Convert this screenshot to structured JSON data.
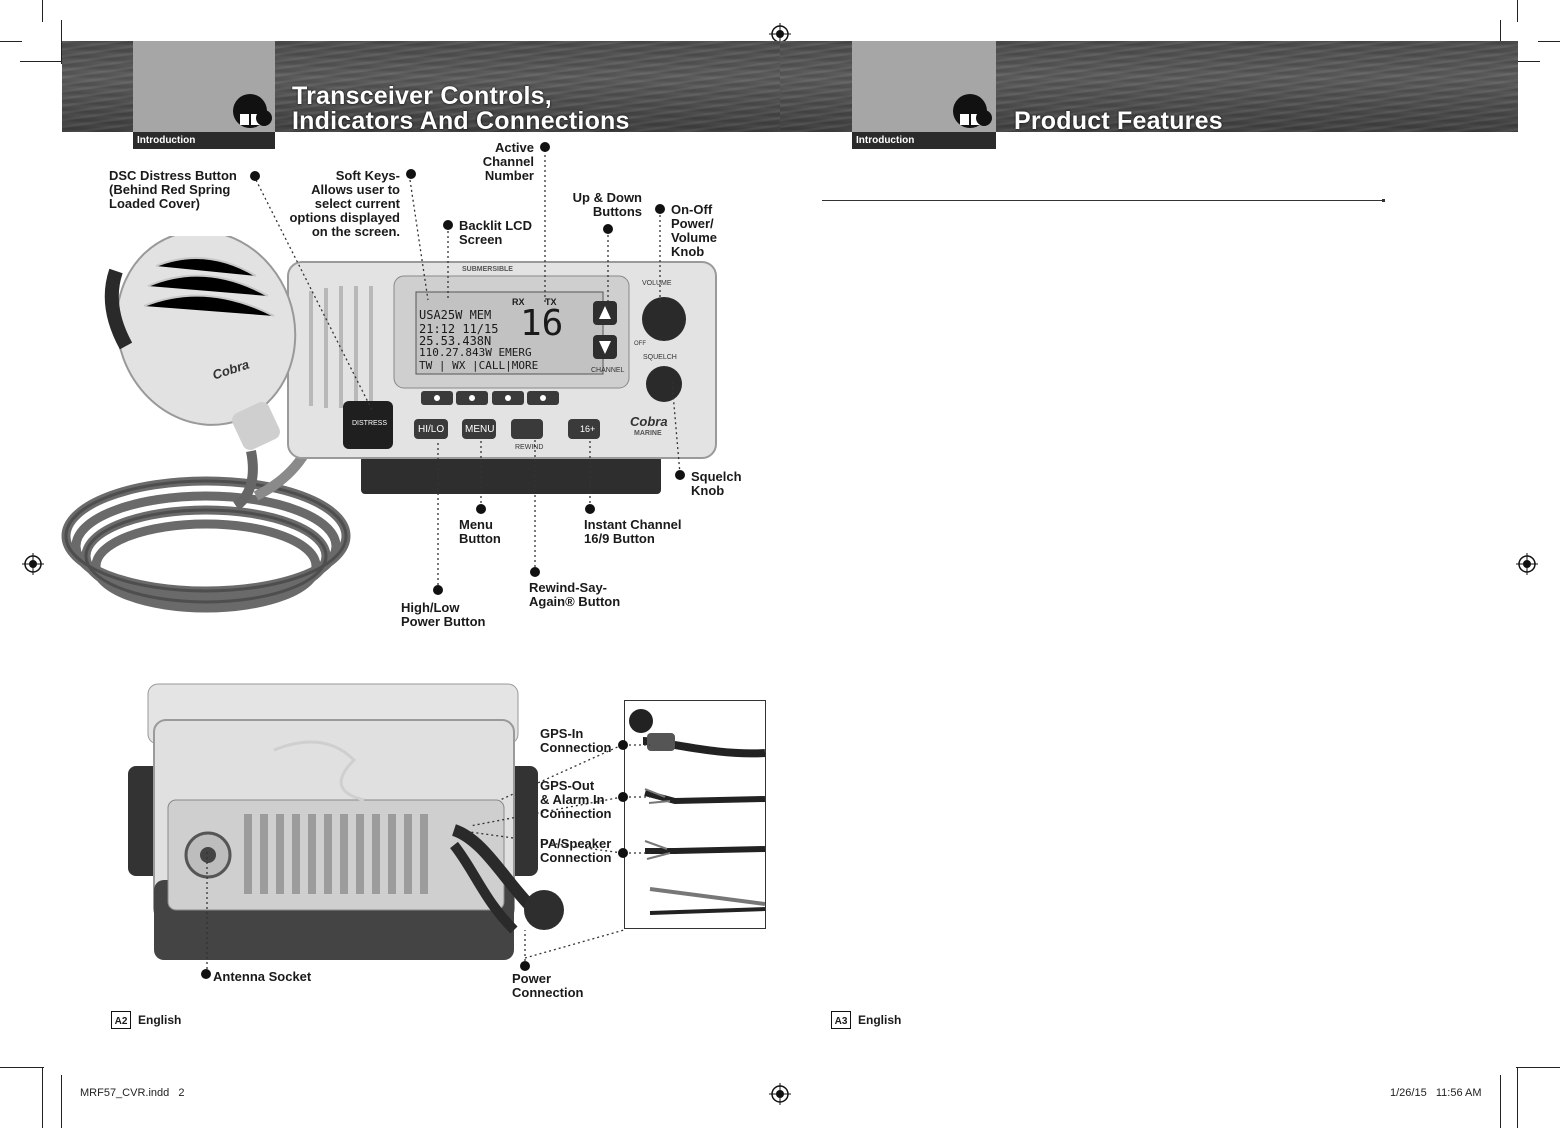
{
  "left_page": {
    "section_tab": "Introduction",
    "title_line1": "Transceiver Controls,",
    "title_line2": "Indicators And Connections",
    "page_badge": "A2",
    "language": "English",
    "callouts": {
      "dsc_distress": [
        "DSC Distress Button",
        "(Behind Red Spring",
        "Loaded Cover)"
      ],
      "soft_keys": [
        "Soft Keys-",
        "Allows user to",
        "select current",
        "options displayed",
        "on the screen."
      ],
      "active_channel": [
        "Active",
        "Channel",
        "Number"
      ],
      "backlit_lcd": [
        "Backlit LCD",
        "Screen"
      ],
      "up_down": [
        "Up & Down",
        "Buttons"
      ],
      "on_off": [
        "On-Off",
        "Power/",
        "Volume",
        "Knob"
      ],
      "squelch": [
        "Squelch",
        "Knob"
      ],
      "menu": [
        "Menu",
        "Button"
      ],
      "instant_channel": [
        "Instant Channel",
        "16/9 Button"
      ],
      "rewind": [
        "Rewind-Say-",
        "Again® Button"
      ],
      "high_low": [
        "High/Low",
        "Power Button"
      ],
      "gps_in": [
        "GPS-In",
        "Connection"
      ],
      "gps_out": [
        "GPS-Out",
        "& Alarm In",
        "Connection"
      ],
      "pa_speaker": [
        "PA/Speaker",
        "Connection"
      ],
      "antenna": [
        "Antenna Socket"
      ],
      "power": [
        "Power",
        "Connection"
      ]
    },
    "radio": {
      "label_submersible": "SUBMERSIBLE",
      "lcd_row1_icons": "RX",
      "lcd_tx": "TX",
      "lcd_lines": [
        "USA25W  MEM",
        "21:12 11/15",
        " 25.53.438N",
        "110.27.843W EMERG",
        " TW | WX |CALL|MORE"
      ],
      "lcd_channel": "16",
      "btn_hilo": "HI/LO",
      "btn_menu": "MENU",
      "btn_16": "16+",
      "label_rewind": "REWIND",
      "label_distress": "DISTRESS",
      "label_channel": "CHANNEL",
      "label_volume": "VOLUME",
      "label_off": "OFF",
      "label_squelch": "SQUELCH",
      "brand": "Cobra",
      "brand_sub": "MARINE"
    }
  },
  "right_page": {
    "section_tab": "Introduction",
    "title": "Product Features",
    "page_badge": "A3",
    "language": "English"
  },
  "slug": {
    "file": "MRF57_CVR.indd   2",
    "date": "1/26/15   11:56 AM"
  }
}
